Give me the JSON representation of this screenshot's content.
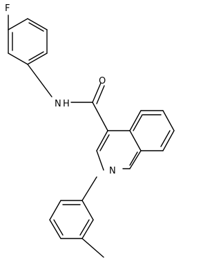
{
  "molecule": {
    "atoms": {
      "fluorine": "F",
      "carbonyl_oxygen": "O",
      "amide_nitrogen": "N",
      "amide_hydrogen": "H",
      "ring_nitrogen": "N"
    }
  }
}
